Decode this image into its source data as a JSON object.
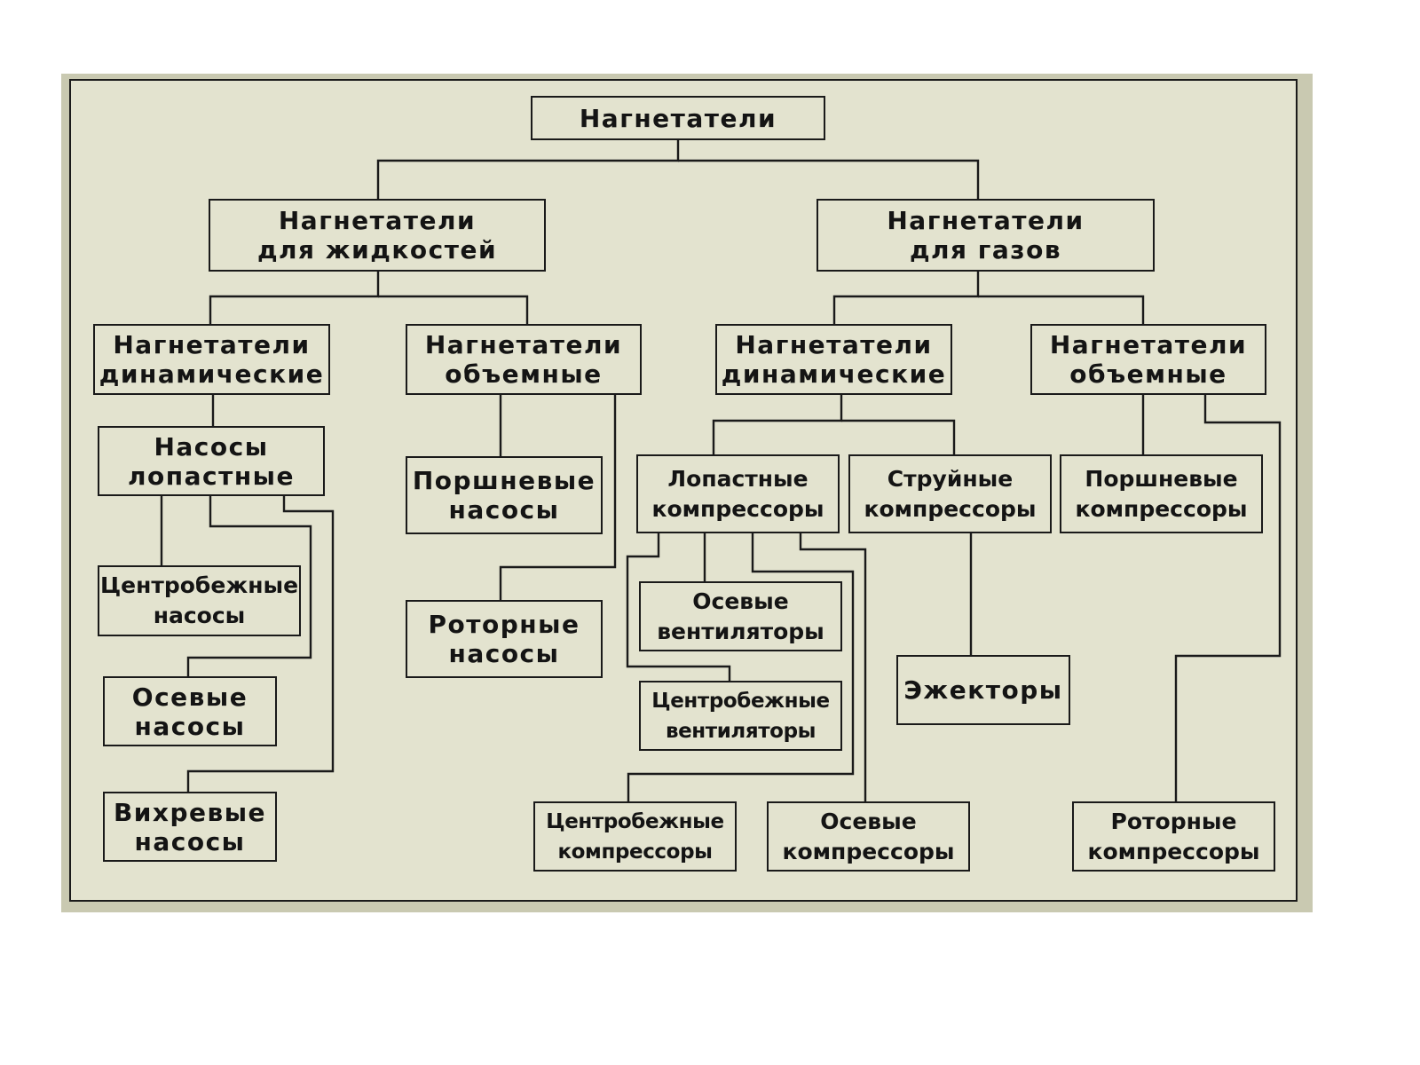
{
  "diagram": {
    "nodes": {
      "root": "Нагнетатели",
      "liquids": "Нагнетатели\nдля жидкостей",
      "gases": "Нагнетатели\nдля газов",
      "liq_dynamic": "Нагнетатели\nдинамические",
      "liq_volumetric": "Нагнетатели\nобъемные",
      "gas_dynamic": "Нагнетатели\nдинамические",
      "gas_volumetric": "Нагнетатели\nобъемные",
      "blade_pumps": "Насосы\nлопастные",
      "centrifugal_pumps": "Центробежные\nнасосы",
      "axial_pumps": "Осевые\nнасосы",
      "vortex_pumps": "Вихревые\nнасосы",
      "piston_pumps": "Поршневые\nнасосы",
      "rotary_pumps": "Роторные\nнасосы",
      "blade_compressors": "Лопастные\nкомпрессоры",
      "jet_compressors": "Струйные\nкомпрессоры",
      "axial_fans": "Осевые\nвентиляторы",
      "centrifugal_fans": "Центробежные\nвентиляторы",
      "ejectors": "Эжекторы",
      "centrifugal_compressors": "Центробежные\nкомпрессоры",
      "axial_compressors": "Осевые\nкомпрессоры",
      "piston_compressors": "Поршневые\nкомпрессоры",
      "rotary_compressors": "Роторные\nкомпрессоры"
    },
    "colors": {
      "frame": "#c9c9b1",
      "panel": "#e3e3cf",
      "line": "#1a1a1a",
      "text": "#141414"
    }
  }
}
